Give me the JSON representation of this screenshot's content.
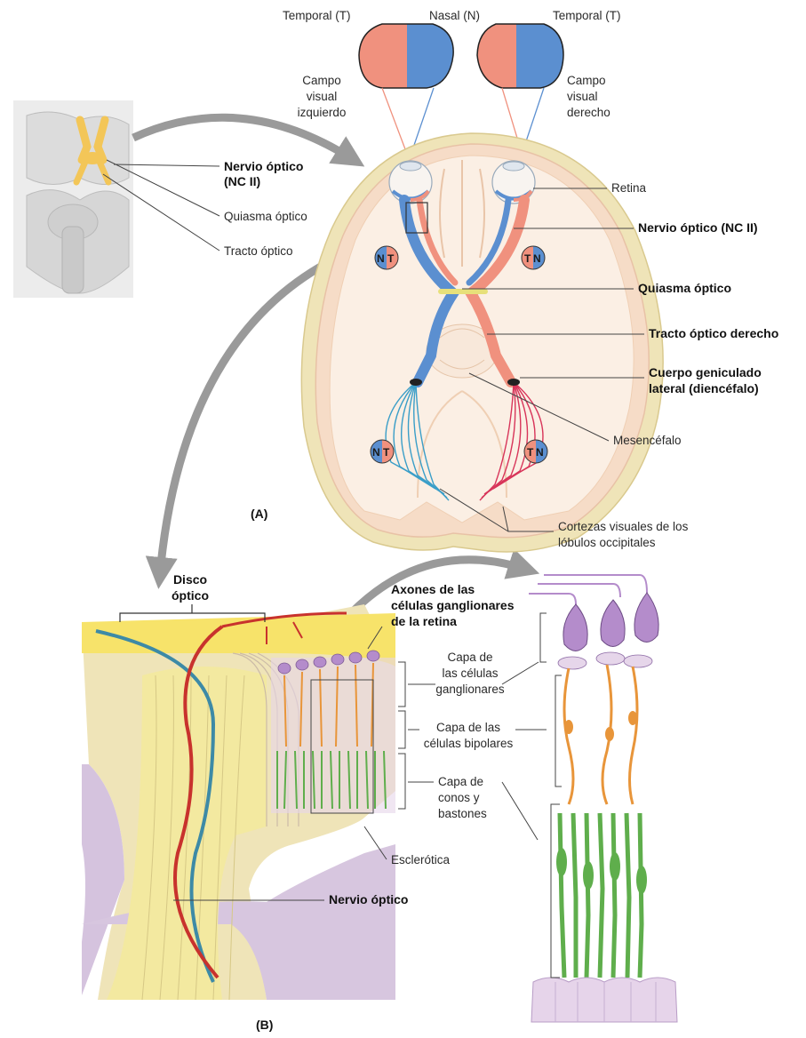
{
  "colors": {
    "temporal_field": "#f0917e",
    "nasal_field": "#5b8fd0",
    "optic_nerve": "#f3e9a0",
    "chiasm_highlight": "#f3c658",
    "skull": "#f6dcc7",
    "bone": "#efe4b8",
    "ganglion": "#b48ccb",
    "bipolar": "#e8953a",
    "rod_cone": "#5fae4c",
    "pigment": "#e6d4ea",
    "artery": "#c8322d",
    "vein": "#3d8aa6",
    "arrow": "#9a9a9a"
  },
  "panel_a": {
    "title": "(A)",
    "header": {
      "temporal_left": "Temporal (T)",
      "nasal": "Nasal (N)",
      "temporal_right": "Temporal (T)"
    },
    "field_left": [
      "Campo",
      "visual",
      "izquierdo"
    ],
    "field_right": [
      "Campo",
      "visual",
      "derecho"
    ],
    "inset": {
      "optic_nerve": [
        "Nervio óptico",
        "(NC II)"
      ],
      "chiasm": "Quiasma óptico",
      "tract": "Tracto óptico"
    },
    "labels": {
      "retina": "Retina",
      "optic_nerve": "Nervio óptico (NC II)",
      "chiasm": "Quiasma óptico",
      "right_tract": "Tracto óptico derecho",
      "lgn": [
        "Cuerpo geniculado",
        "lateral (diencéfalo)"
      ],
      "midbrain": "Mesencéfalo",
      "cortex": [
        "Cortezas visuales de los",
        "lóbulos occipitales"
      ]
    },
    "badges": {
      "left_upper": [
        "N",
        "T"
      ],
      "right_upper": [
        "T",
        "N"
      ],
      "left_lower": [
        "N",
        "T"
      ],
      "right_lower": [
        "T",
        "N"
      ]
    }
  },
  "panel_b": {
    "title": "(B)",
    "disc": [
      "Disco",
      "óptico"
    ],
    "axons": [
      "Axones de las",
      "células ganglionares",
      "de la retina"
    ],
    "ganglion_layer": [
      "Capa de",
      "las células",
      "ganglionares"
    ],
    "bipolar_layer": [
      "Capa de las",
      "células bipolares"
    ],
    "rod_cone_layer": [
      "Capa de",
      "conos y",
      "bastones"
    ],
    "sclera": "Esclerótica",
    "optic_nerve": "Nervio óptico"
  }
}
